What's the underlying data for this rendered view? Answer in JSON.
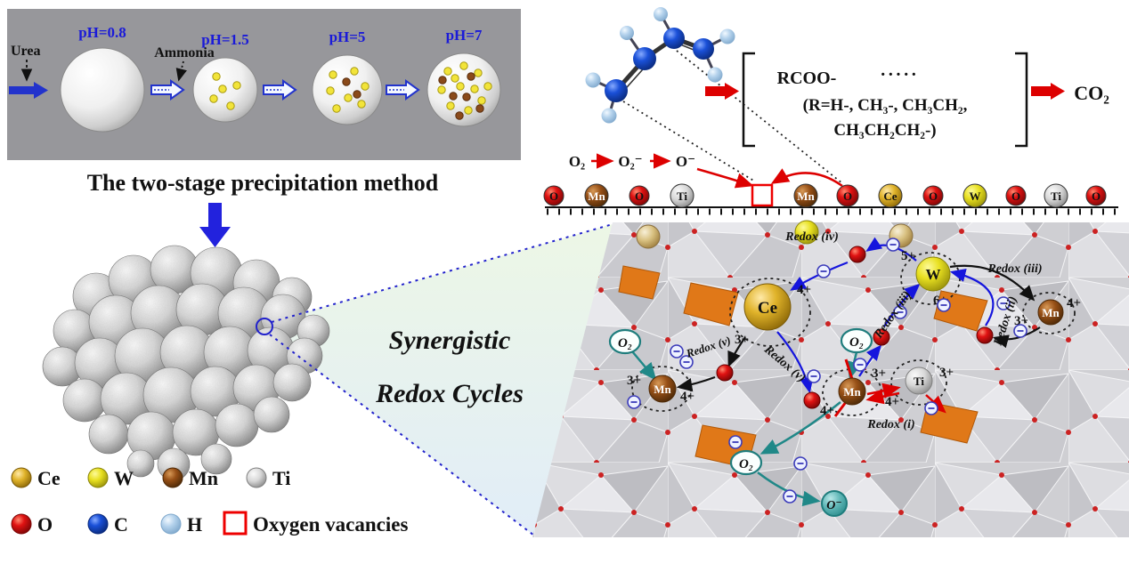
{
  "panel": {
    "urea": "Urea",
    "ammonia": "Ammonia",
    "ph_labels": [
      "pH=0.8",
      "pH=1.5",
      "pH=5",
      "pH=7"
    ],
    "caption": "The two-stage precipitation method"
  },
  "zoom": {
    "line1": "Synergistic",
    "line2": "Redox Cycles"
  },
  "activation": {
    "o2": "O₂",
    "superoxide": "O₂⁻",
    "o_minus": "O⁻"
  },
  "reaction": {
    "line1": "RCOO-",
    "dots": "·····",
    "line2": "(R=H-, CH₃-, CH₃CH₂,",
    "line3": "CH₃CH₂CH₂-)",
    "product": "CO₂"
  },
  "chain": {
    "atoms": [
      {
        "label": "O"
      },
      {
        "label": "Mn"
      },
      {
        "label": "O"
      },
      {
        "label": "Ti"
      },
      {
        "label": "Mn"
      },
      {
        "label": "O"
      },
      {
        "label": "Ce"
      },
      {
        "label": "O"
      },
      {
        "label": "W"
      },
      {
        "label": "O"
      },
      {
        "label": "Ti"
      },
      {
        "label": "O"
      }
    ]
  },
  "legend": {
    "ce": "Ce",
    "w": "W",
    "mn": "Mn",
    "ti": "Ti",
    "o": "O",
    "c": "C",
    "h": "H",
    "vacancy": "Oxygen vacancies"
  },
  "surface": {
    "ce": {
      "symbol": "Ce",
      "ox_a": "4+",
      "ox_b": "3+"
    },
    "w": {
      "symbol": "W",
      "ox_a": "5+",
      "ox_b": "6+"
    },
    "mn_left": {
      "symbol": "Mn",
      "ox_a": "3+",
      "ox_b": "4+"
    },
    "mn_center": {
      "symbol": "Mn",
      "ox_a": "3+",
      "ox_b": "4+"
    },
    "mn_right": {
      "symbol": "Mn",
      "ox_a": "3+",
      "ox_b": "4+"
    },
    "ti": {
      "symbol": "Ti",
      "ox_a": "3+",
      "ox_b": "4+"
    },
    "redox": {
      "i": "Redox (i)",
      "ii": "Redox (ii)",
      "iii_black": "Redox (iii)",
      "iii_blue": "Redox (iii)",
      "iv": "Redox (iv)",
      "v_black": "Redox (v)",
      "v_blue": "Redox (v)"
    },
    "o2_left": "O₂",
    "o2_center": "O₂",
    "o2_bottom": "O₂",
    "o_minus": "O⁻"
  },
  "colors": {
    "ce": "#d9a520",
    "w": "#e3dc2e",
    "mn": "#8a4a1a",
    "ti": "#cfcfcf",
    "o": "#e01212",
    "c": "#1a50d8",
    "h": "#aaccee",
    "vacancy_outline": "#ee0000",
    "arrow_red": "#dd0000",
    "arrow_blue": "#1515dd",
    "arrow_teal": "#208888",
    "label_blue": "#1a1ad8",
    "orange_patch": "#e07818"
  }
}
